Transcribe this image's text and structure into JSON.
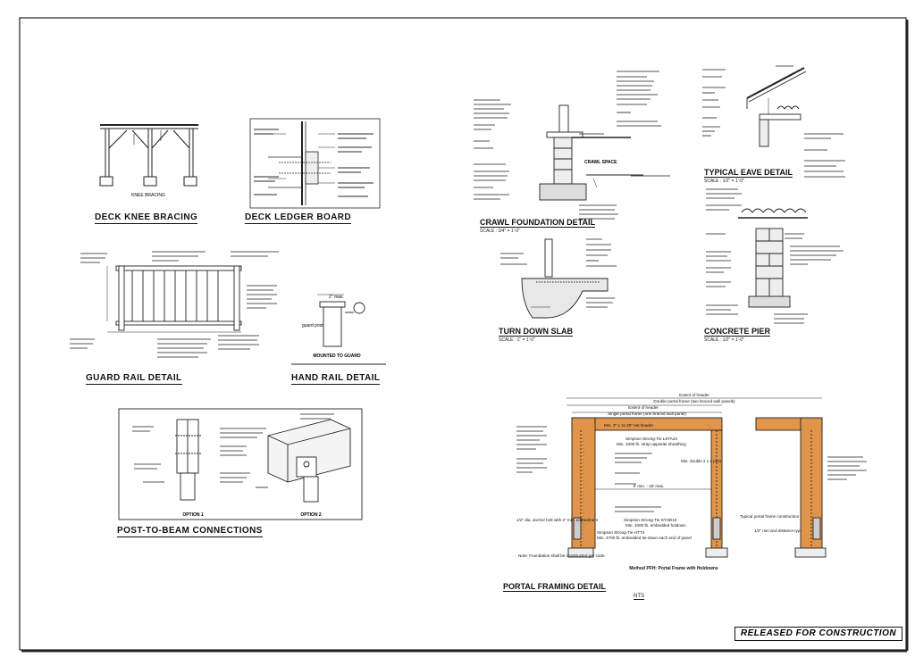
{
  "sheet": {
    "stamp": "RELEASED FOR CONSTRUCTION"
  },
  "details": {
    "deck_knee_bracing": {
      "title": "DECK KNEE BRACING",
      "caption": "KNEE BRACING"
    },
    "deck_ledger_board": {
      "title": "DECK LEDGER BOARD"
    },
    "guard_rail": {
      "title": "GUARD RAIL DETAIL"
    },
    "hand_rail": {
      "title": "HAND RAIL DETAIL",
      "caption": "MOUNTED TO GUARD",
      "dim": "2\" max.",
      "guard_post": "guard post"
    },
    "post_to_beam": {
      "title": "POST-TO-BEAM CONNECTIONS",
      "option1": "OPTION 1",
      "option2": "OPTION 2"
    },
    "crawl_foundation": {
      "title": "CRAWL FOUNDATION DETAIL",
      "scale": "SCALE : 3/4\" = 1'-0\"",
      "crawl_space": "CRAWL SPACE"
    },
    "turn_down_slab": {
      "title": "TURN DOWN SLAB",
      "scale": "SCALE : 1\" = 1'-0\""
    },
    "typical_eave": {
      "title": "TYPICAL EAVE DETAIL",
      "scale": "SCALE : 1/2\" = 1'-0\""
    },
    "concrete_pier": {
      "title": "CONCRETE PIER",
      "scale": "SCALE : 1/2\" = 1'-0\""
    },
    "portal_framing": {
      "title": "PORTAL FRAMING DETAIL",
      "scale": "NTS",
      "extent_header": "Extent of header",
      "double_portal": "Double portal frame (two braced wall panels)",
      "extent_header2": "Extent of header",
      "single_portal": "Single portal frame (one braced wall panel)",
      "method": "Method PFH: Portal Frame with Holdowns",
      "simpson_lstа": "Simpson Strong-Tie LSTA24",
      "min_1000": "Min. 1000 lb. strap opposite sheathing",
      "min_3_header": "Min. 3\" x 11.25\" net header",
      "opening": "6' min. - 18' max.",
      "min_double": "Min. double 2 x 4 post",
      "typical_portal": "Typical portal frame construction",
      "note_foundation": "Note: Foundation shall be constructed per code",
      "holdown1": "Simpson Strong-Tie HTT4",
      "holdown2": "Simpson Strong-Tie STHD10",
      "min_ext": "Min. 4700 lb. embedded tie-down each end of panel",
      "embed": "Min. 1000 lb. embedded holdown",
      "anchor": "1/2\" dia. anchor bolt with 2\" min. embedment",
      "min_edge": "1/2\" min and distance typ."
    }
  }
}
